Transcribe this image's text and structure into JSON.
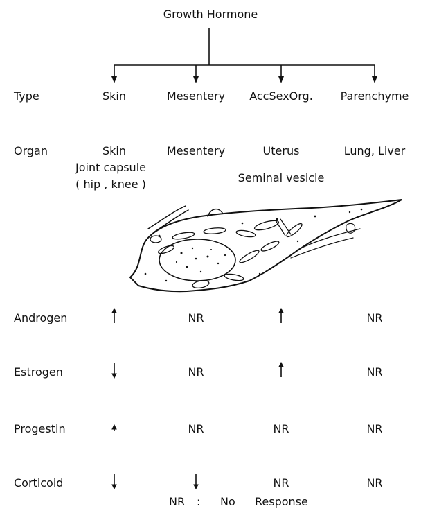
{
  "title": "Growth Hormone",
  "row_labels": {
    "type": "Type",
    "organ": "Organ"
  },
  "types": [
    "Skin",
    "Mesentery",
    "AccSexOrg.",
    "Parenchyme"
  ],
  "organs": {
    "skin": [
      "Skin",
      "Joint capsule",
      "( hip , knee )"
    ],
    "mesentery": [
      "Mesentery"
    ],
    "acc_sex": [
      "Uterus",
      "Seminal vesicle"
    ],
    "parenchyme": [
      "Lung, Liver"
    ]
  },
  "hormones": [
    {
      "name": "Androgen",
      "skin": "up",
      "mesentery": "NR",
      "acc_sex": "up",
      "parenchyme": "NR"
    },
    {
      "name": "Estrogen",
      "skin": "down",
      "mesentery": "NR",
      "acc_sex": "up",
      "parenchyme": "NR"
    },
    {
      "name": "Progestin",
      "skin": "small-up",
      "mesentery": "NR",
      "acc_sex": "NR",
      "parenchyme": "NR"
    },
    {
      "name": "Corticoid",
      "skin": "down",
      "mesentery": "down",
      "acc_sex": "NR",
      "parenchyme": "NR"
    }
  ],
  "legend": {
    "abbr": "NR",
    "sep": ":",
    "meaning_1": "No",
    "meaning_2": "Response"
  }
}
